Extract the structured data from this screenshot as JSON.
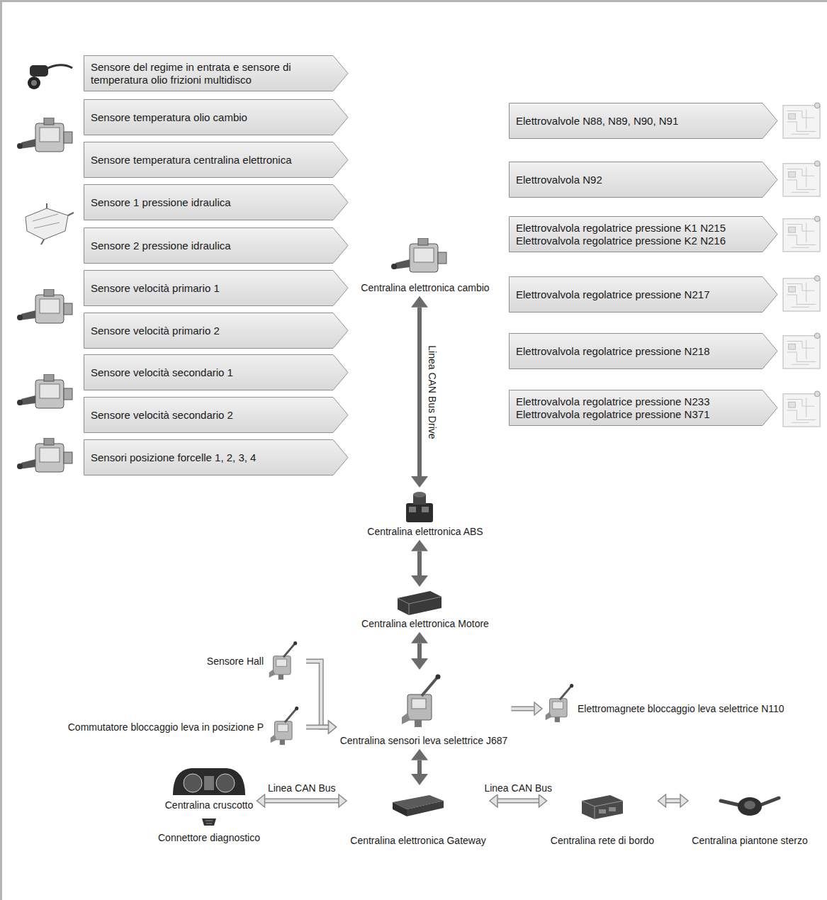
{
  "diagram": {
    "nodes": [
      {
        "text": [
          "Sensore del regime in entrata e sensore di temperatura olio frizioni multidisco"
        ]
      },
      {
        "text": [
          "Sensore temperatura olio cambio"
        ]
      },
      {
        "text": [
          "Sensore temperatura centralina elettronica"
        ]
      },
      {
        "text": [
          "Sensore 1 pressione idraulica"
        ]
      },
      {
        "text": [
          "Sensore 2 pressione idraulica"
        ]
      },
      {
        "text": [
          "Sensore velocità primario 1"
        ]
      },
      {
        "text": [
          "Sensore velocità primario 2"
        ]
      },
      {
        "text": [
          "Sensore velocità secondario 1"
        ]
      },
      {
        "text": [
          "Sensore velocità secondario 2"
        ]
      },
      {
        "text": [
          "Sensori posizione forcelle 1, 2, 3, 4"
        ]
      },
      {
        "text": [
          "Elettrovalvole N88, N89, N90, N91"
        ]
      },
      {
        "text": [
          "Elettrovalvola N92"
        ]
      },
      {
        "text": [
          "Elettrovalvola regolatrice pressione K1 N215",
          "Elettrovalvola regolatrice pressione K2 N216"
        ]
      },
      {
        "text": [
          "Elettrovalvola regolatrice pressione N217"
        ]
      },
      {
        "text": [
          "Elettrovalvola regolatrice pressione N218"
        ]
      },
      {
        "text": [
          "Elettrovalvola regolatrice pressione N233",
          "Elettrovalvola regolatrice pressione N371"
        ]
      },
      {
        "text": [
          "Centralina elettronica cambio"
        ]
      },
      {
        "text": [
          "Centralina elettronica ABS"
        ]
      },
      {
        "text": [
          "Centralina elettronica Motore"
        ]
      },
      {
        "text": [
          "Sensore Hall"
        ]
      },
      {
        "text": [
          "Commutatore bloccaggio leva in posizione P"
        ]
      },
      {
        "text": [
          "Centralina sensori leva selettrice J687"
        ]
      },
      {
        "text": [
          "Elettromagnete bloccaggio leva selettrice N110"
        ]
      },
      {
        "text": [
          "Centralina cruscotto"
        ]
      },
      {
        "text": [
          "Connettore diagnostico"
        ]
      },
      {
        "text": [
          "Centralina elettronica Gateway"
        ]
      },
      {
        "text": [
          "Centralina rete di bordo"
        ]
      },
      {
        "text": [
          "Centralina piantone sterzo"
        ]
      }
    ],
    "edges": [
      {
        "from": 16,
        "to": 17,
        "arrow": "both",
        "label": "Linea CAN Bus Drive"
      },
      {
        "from": 17,
        "to": 18,
        "arrow": "both"
      },
      {
        "from": 18,
        "to": 21,
        "arrow": "both"
      },
      {
        "from": 19,
        "to": 21,
        "arrow": "to"
      },
      {
        "from": 20,
        "to": 21,
        "arrow": "to"
      },
      {
        "from": 21,
        "to": 22,
        "arrow": "to"
      },
      {
        "from": 21,
        "to": 25,
        "arrow": "both"
      },
      {
        "from": 23,
        "to": 25,
        "arrow": "both",
        "label": "Linea CAN Bus"
      },
      {
        "from": 25,
        "to": 26,
        "arrow": "both",
        "label": "Linea CAN Bus"
      },
      {
        "from": 26,
        "to": 27,
        "arrow": "both"
      }
    ]
  }
}
